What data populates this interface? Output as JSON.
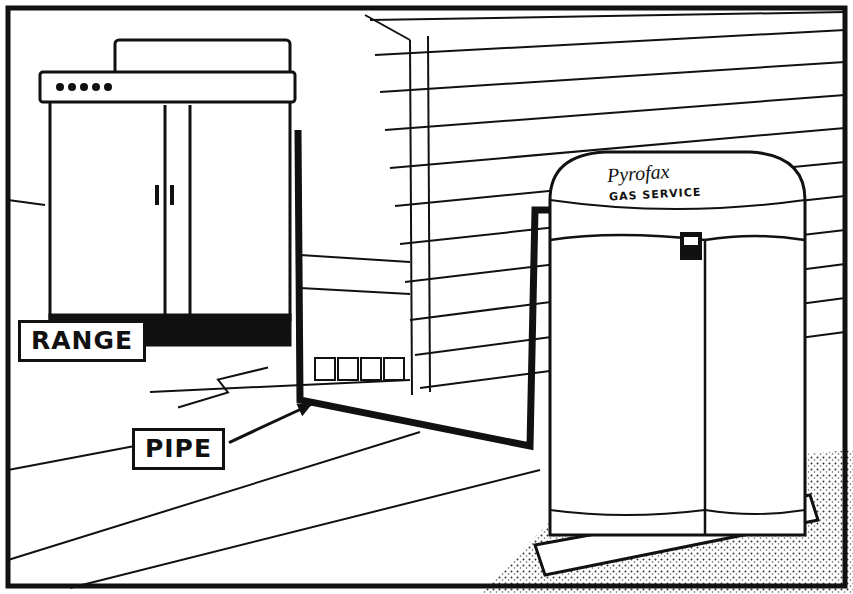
{
  "diagram": {
    "nodes": [
      {
        "text": [
          "RANGE"
        ]
      },
      {
        "text": [
          "PIPE"
        ]
      },
      {
        "text": [
          "Pyrofax",
          "GAS SERVICE"
        ]
      }
    ]
  }
}
